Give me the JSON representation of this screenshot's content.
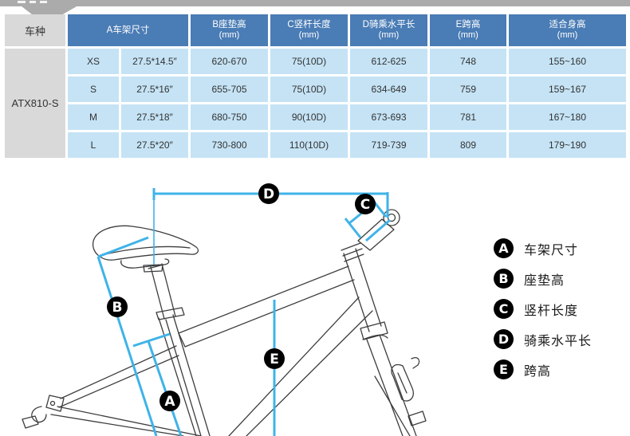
{
  "table": {
    "model_header": "车种",
    "model": "ATX810-S",
    "headers": {
      "frame": {
        "label": "A车架尺寸",
        "unit": ""
      },
      "saddle": {
        "label": "B座垫高",
        "unit": "(mm)"
      },
      "seatpost": {
        "label": "C竖杆长度",
        "unit": "(mm)"
      },
      "reach": {
        "label": "D骑乘水平长",
        "unit": "(mm)"
      },
      "standover": {
        "label": "E跨高",
        "unit": "(mm)"
      },
      "rider": {
        "label": "适合身高",
        "unit": "(mm)"
      }
    },
    "rows": [
      {
        "size": "XS",
        "frame": "27.5*14.5″",
        "saddle": "620-670",
        "seatpost": "75(10D)",
        "reach": "612-625",
        "standover": "748",
        "rider": "155~160"
      },
      {
        "size": "S",
        "frame": "27.5*16″",
        "saddle": "655-705",
        "seatpost": "75(10D)",
        "reach": "634-649",
        "standover": "759",
        "rider": "159~167"
      },
      {
        "size": "M",
        "frame": "27.5*18″",
        "saddle": "680-750",
        "seatpost": "90(10D)",
        "reach": "673-693",
        "standover": "781",
        "rider": "167~180"
      },
      {
        "size": "L",
        "frame": "27.5*20″",
        "saddle": "730-800",
        "seatpost": "110(10D)",
        "reach": "719-739",
        "standover": "809",
        "rider": "179~190"
      }
    ]
  },
  "diagram": {
    "labels": {
      "A": "A",
      "B": "B",
      "C": "C",
      "D": "D",
      "E": "E"
    },
    "line_color": "#3fb3e8",
    "art_color": "#3d3d3d"
  },
  "legend": {
    "items": [
      {
        "badge": "A",
        "label": "车架尺寸"
      },
      {
        "badge": "B",
        "label": "座垫高"
      },
      {
        "badge": "C",
        "label": "竖杆长度"
      },
      {
        "badge": "D",
        "label": "骑乘水平长"
      },
      {
        "badge": "E",
        "label": "跨高"
      }
    ]
  },
  "colors": {
    "header_blue": "#4a7cb5",
    "cell_blue": "#c5e3f5",
    "cell_gray": "#d9d9d9",
    "ribbon_gray": "#ababab"
  }
}
